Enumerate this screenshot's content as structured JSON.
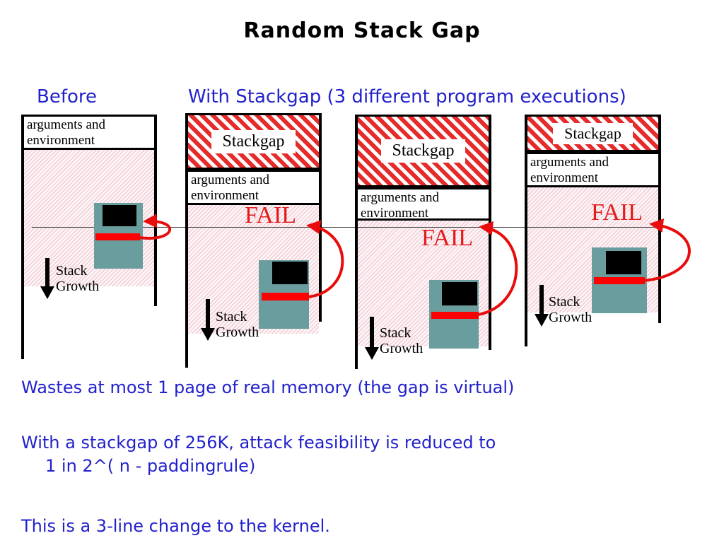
{
  "slide": {
    "title": "Random Stack Gap",
    "label_before": "Before",
    "label_with": "With Stackgap  (3 different program executions)"
  },
  "columns": [
    {
      "name": "before",
      "args_line1": "arguments and",
      "args_line2": "environment",
      "stack_word1": "Stack",
      "stack_word2": "Growth"
    },
    {
      "name": "stackgap-execution-1",
      "stackgap_label": "Stackgap",
      "args_line1": "arguments and",
      "args_line2": "environment",
      "fail_label": "FAIL",
      "stack_word1": "Stack",
      "stack_word2": "Growth"
    },
    {
      "name": "stackgap-execution-2",
      "stackgap_label": "Stackgap",
      "args_line1": "arguments and",
      "args_line2": "environment",
      "fail_label": "FAIL",
      "stack_word1": "Stack",
      "stack_word2": "Growth"
    },
    {
      "name": "stackgap-execution-3",
      "stackgap_label": "Stackgap",
      "args_line1": "arguments and",
      "args_line2": "environment",
      "fail_label": "FAIL",
      "stack_word1": "Stack",
      "stack_word2": "Growth"
    }
  ],
  "notes": {
    "line1": "Wastes at most 1 page of real memory (the gap is virtual)",
    "line2a": "With a stackgap of 256K, attack feasibility is reduced to",
    "line2b": "1 in 2^( n - paddingrule)",
    "line3": "This is a 3-line change to the kernel."
  },
  "colors": {
    "heading_blue": "#2222cc",
    "fail_red": "#e31b1b",
    "stackgap_hatch_red": "#e62b2b",
    "pink_hatch": "#ecc0cb",
    "computer_teal": "#6a9d9e",
    "arrow_red": "#e80c0c"
  },
  "icons": {
    "computer": "computer-icon",
    "stack_growth": "stack-growth-arrow-icon",
    "attack_redirect": "attack-redirect-arrow-icon"
  }
}
